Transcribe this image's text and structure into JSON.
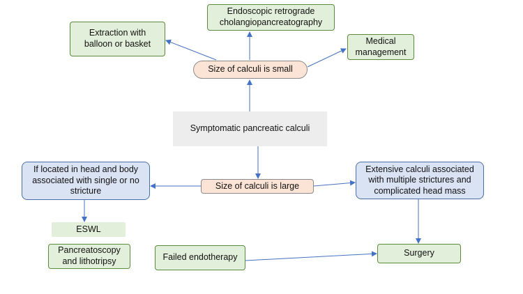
{
  "colors": {
    "green_fill": "#e2efda",
    "green_border": "#5a8a3c",
    "peach_fill": "#fbe4d5",
    "blue_fill": "#dae3f3",
    "blue_border": "#4a6fa5",
    "grey_fill": "#ededed",
    "arrow": "#4472c4"
  },
  "nodes": {
    "root": "Symptomatic pancreatic calculi",
    "small": "Size of calculi is small",
    "large": "Size of calculi is large",
    "ercp": "Endoscopic retrograde cholangiopancreatography",
    "extraction": "Extraction with balloon or basket",
    "medical": "Medical management",
    "head_body": "If located in head and body associated with single or no stricture",
    "extensive": "Extensive calculi associated with multiple strictures and complicated head mass",
    "eswl": "ESWL",
    "pancreatoscopy": "Pancreatoscopy and lithotripsy",
    "failed": "Failed endotherapy",
    "surgery": "Surgery"
  },
  "edges": [
    {
      "from": "root",
      "to": "small"
    },
    {
      "from": "small",
      "to": "ercp"
    },
    {
      "from": "small",
      "to": "extraction"
    },
    {
      "from": "small",
      "to": "medical"
    },
    {
      "from": "root",
      "to": "large"
    },
    {
      "from": "large",
      "to": "head_body"
    },
    {
      "from": "large",
      "to": "extensive"
    },
    {
      "from": "head_body",
      "to": "eswl"
    },
    {
      "from": "extensive",
      "to": "surgery"
    },
    {
      "from": "failed",
      "to": "surgery"
    }
  ]
}
